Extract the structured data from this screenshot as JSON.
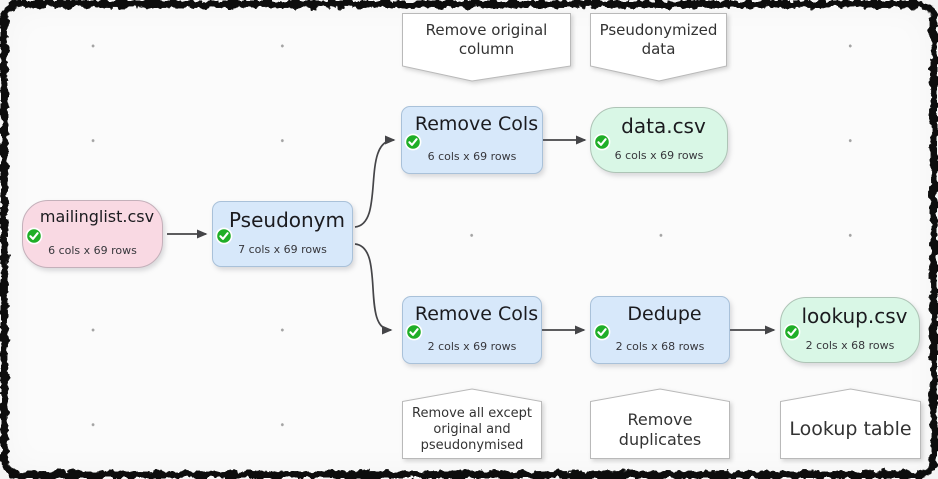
{
  "app": {
    "view": "data-transform-flow-canvas"
  },
  "nodes": [
    {
      "id": "mailinglist",
      "title": "mailinglist.csv",
      "meta": "6 cols x 69 rows",
      "type": "input-file",
      "status_icon": "check"
    },
    {
      "id": "pseudonym",
      "title": "Pseudonym",
      "meta": "7 cols x 69 rows",
      "type": "transform",
      "status_icon": "check"
    },
    {
      "id": "remove-cols-top",
      "title": "Remove Cols",
      "meta": "6 cols x 69 rows",
      "type": "transform",
      "status_icon": "check"
    },
    {
      "id": "data-csv",
      "title": "data.csv",
      "meta": "6 cols x 69 rows",
      "type": "output-file",
      "status_icon": "check"
    },
    {
      "id": "remove-cols-bottom",
      "title": "Remove Cols",
      "meta": "2 cols x 69 rows",
      "type": "transform",
      "status_icon": "check"
    },
    {
      "id": "dedupe",
      "title": "Dedupe",
      "meta": "2 cols x 68 rows",
      "type": "transform",
      "status_icon": "check"
    },
    {
      "id": "lookup-csv",
      "title": "lookup.csv",
      "meta": "2 cols x 68 rows",
      "type": "output-file",
      "status_icon": "check"
    }
  ],
  "notes": [
    {
      "id": "note-remove-original",
      "text": "Remove original column",
      "points": "down"
    },
    {
      "id": "note-pseudonymized",
      "text": "Pseudonymized data",
      "points": "down"
    },
    {
      "id": "note-remove-all-except",
      "text": "Remove all except original and pseudonymised",
      "points": "up"
    },
    {
      "id": "note-remove-duplicates",
      "text": "Remove duplicates",
      "points": "up"
    },
    {
      "id": "note-lookup-table",
      "text": "Lookup table",
      "points": "up"
    }
  ],
  "connections": [
    {
      "from": "mailinglist",
      "to": "pseudonym"
    },
    {
      "from": "pseudonym",
      "to": "remove-cols-top"
    },
    {
      "from": "pseudonym",
      "to": "remove-cols-bottom"
    },
    {
      "from": "remove-cols-top",
      "to": "data-csv"
    },
    {
      "from": "remove-cols-bottom",
      "to": "dedupe"
    },
    {
      "from": "dedupe",
      "to": "lookup-csv"
    }
  ],
  "colors": {
    "input_fill": "#f9d9e3",
    "transform_fill": "#d7e8fa",
    "output_fill": "#d9f7e6",
    "note_fill": "#ffffff",
    "connector": "#454548",
    "status_ok_green": "#1fae27",
    "canvas_bg": "#fbfbfb",
    "frame": "#0d0d0d"
  }
}
